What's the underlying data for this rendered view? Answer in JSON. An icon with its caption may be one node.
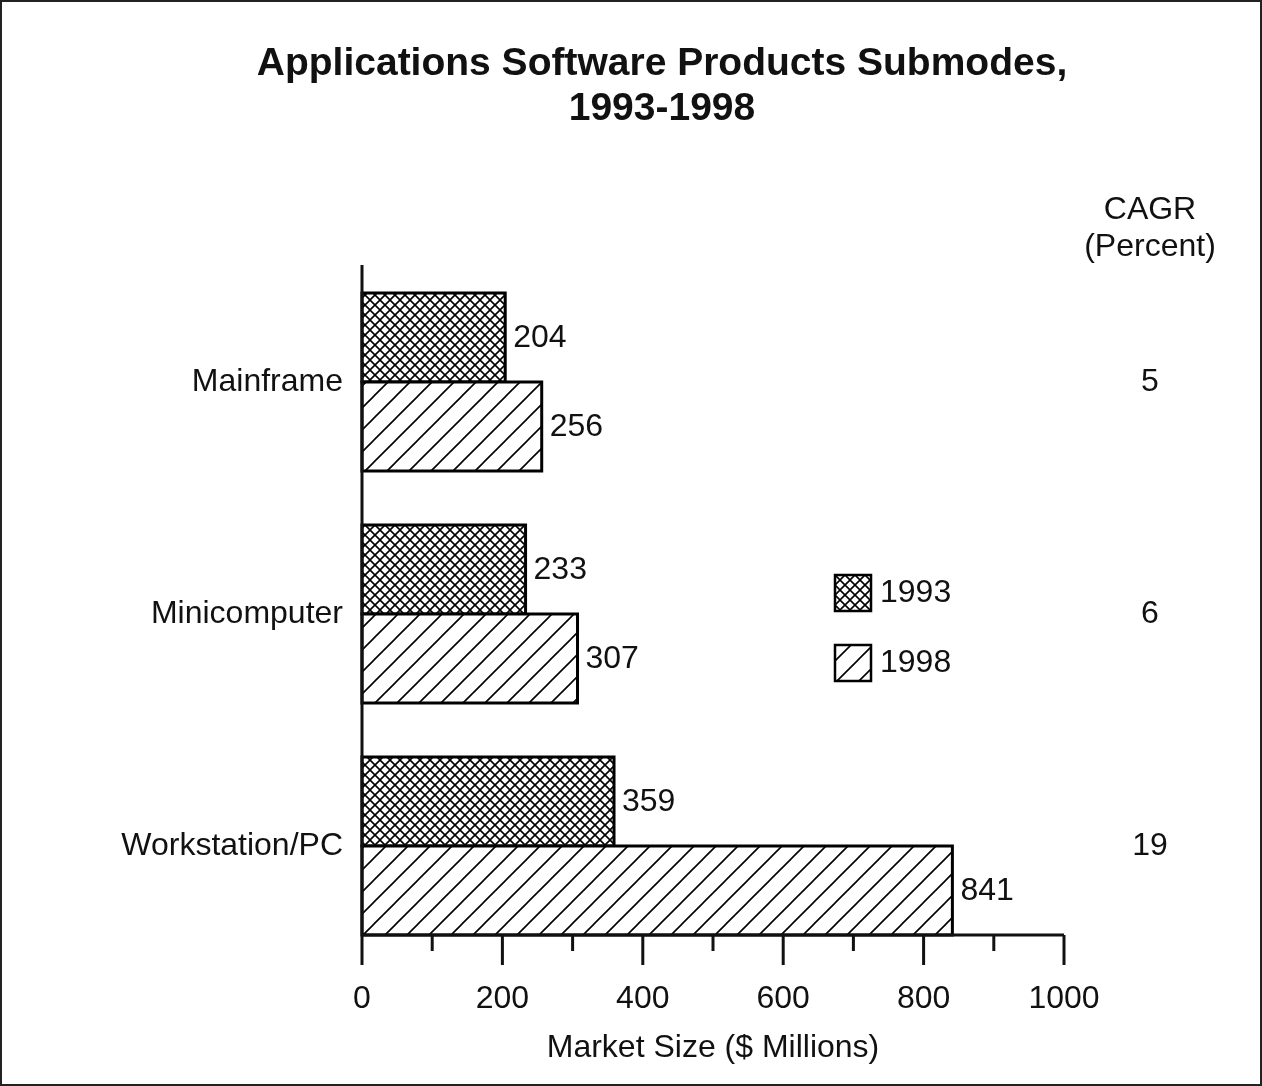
{
  "diagram": {
    "title": "Applications Software Products Submodes, 1993-1998",
    "chart_data": {
      "type": "bar",
      "orientation": "horizontal",
      "xlabel": "Market Size ($ Millions)",
      "categories": [
        "Mainframe",
        "Minicomputer",
        "Workstation/PC"
      ],
      "series": [
        {
          "name": "1993",
          "color": "#000000",
          "values": [
            204,
            233,
            359
          ]
        },
        {
          "name": "1998",
          "color": "#000000",
          "values": [
            256,
            307,
            841
          ]
        }
      ],
      "legend": "right",
      "xlim": [
        0,
        1000
      ],
      "xticks": [
        0,
        200,
        400,
        600,
        800,
        1000
      ],
      "data_labels": true
    },
    "labels": [
      "CAGR (Percent)",
      "5",
      "6",
      "19"
    ]
  }
}
